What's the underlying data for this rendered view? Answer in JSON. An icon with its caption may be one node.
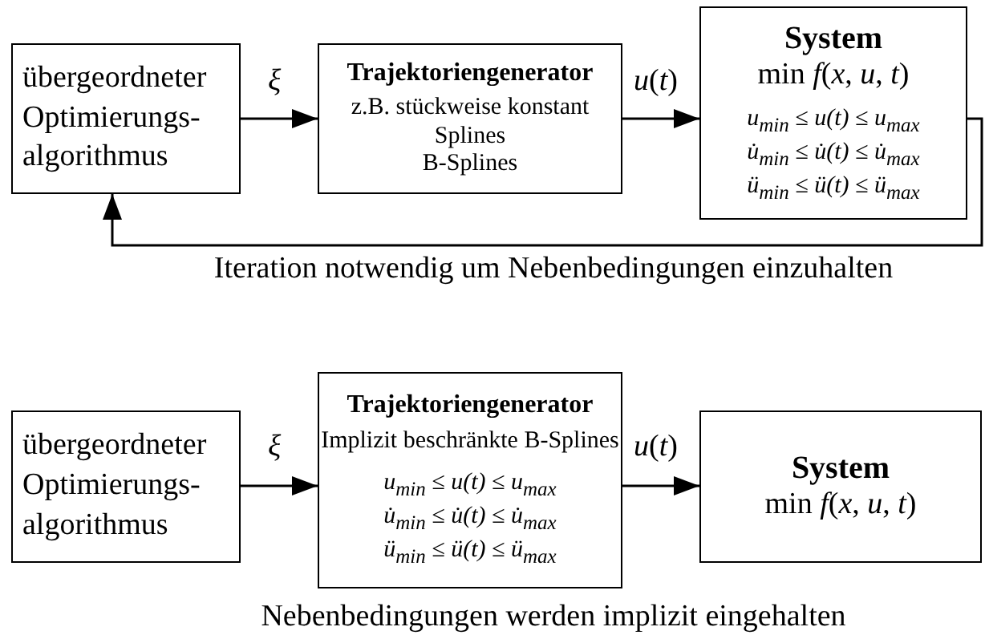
{
  "diagram": {
    "nodes": [
      {
        "text": [
          "übergeordneter Optimierungs- algorithmus"
        ]
      },
      {
        "text": [
          "Trajektoriengenerator",
          "z.B. stückweise konstant",
          "Splines",
          "B-Splines"
        ]
      },
      {
        "text": [
          "System",
          "min *f*(*x*, *u*, *t*)",
          "u$_{min}$ ≤ u(t) ≤ u$_{max}$",
          "u̇$_{min}$ ≤ u̇(t) ≤ u̇$_{max}$",
          "ü$_{min}$ ≤ ü(t) ≤ ü$_{max}$"
        ]
      },
      {
        "text": [
          "übergeordneter Optimierungs- algorithmus"
        ]
      },
      {
        "text": [
          "Trajektoriengenerator",
          "Implizit beschränkte B-Splines",
          "u$_{min}$ ≤ u(t) ≤ u$_{max}$",
          "u̇$_{min}$ ≤ u̇(t) ≤ u̇$_{max}$",
          "ü$_{min}$ ≤ ü(t) ≤ ü$_{max}$"
        ]
      },
      {
        "text": [
          "System",
          "min *f*(*x*, *u*, *t*)"
        ]
      }
    ],
    "edges": [
      {
        "from": 0,
        "to": 1,
        "arrow": "to",
        "label": "ξ"
      },
      {
        "from": 1,
        "to": 2,
        "arrow": "to",
        "label": "*u*(*t*)"
      },
      {
        "from": 2,
        "to": 0,
        "arrow": "to"
      },
      {
        "from": 3,
        "to": 4,
        "arrow": "to",
        "label": "ξ"
      },
      {
        "from": 4,
        "to": 5,
        "arrow": "to",
        "label": "*u*(*t*)"
      }
    ],
    "labels": [
      "Iteration notwendig um Nebenbedingungen einzuhalten",
      "Nebenbedingungen werden implizit eingehalten"
    ]
  }
}
